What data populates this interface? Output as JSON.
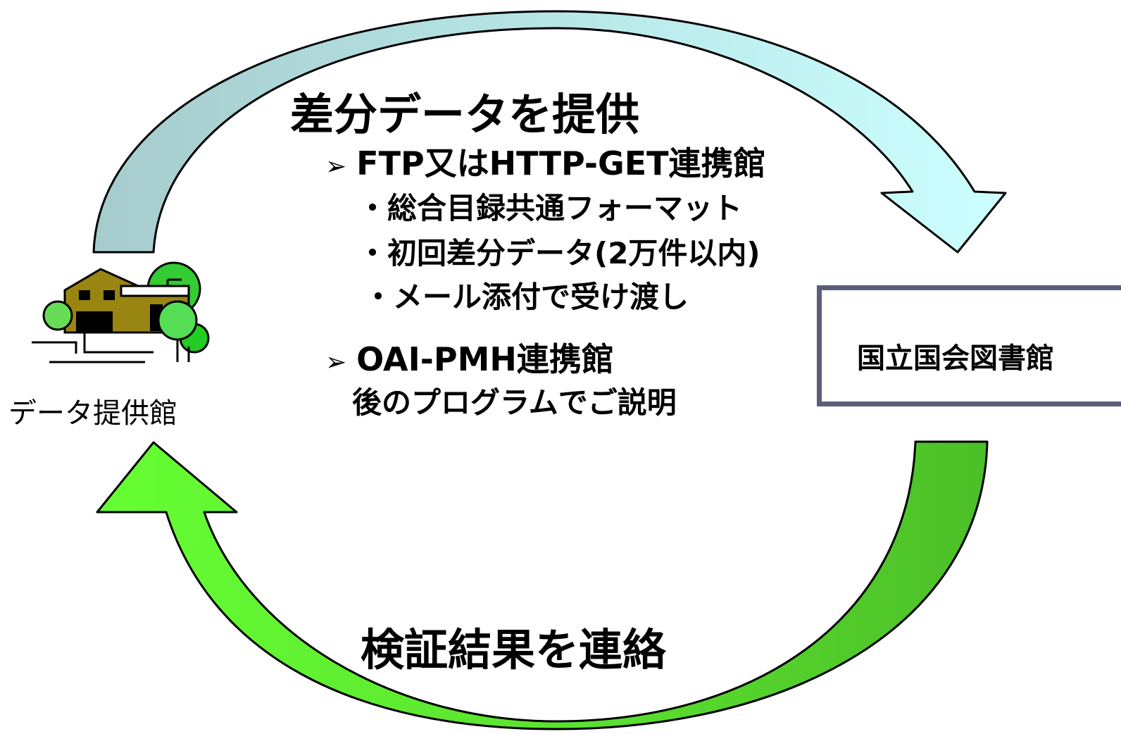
{
  "top_arrow": {
    "title": "差分データを提供",
    "items": [
      {
        "marker": "➢",
        "heading": "FTP又はHTTP-GET連携館",
        "subitems": [
          "・総合目録共通フォーマット",
          "・初回差分データ(2万件以内)",
          "・メール添付で受け渡し"
        ]
      },
      {
        "marker": "➢",
        "heading": "OAI-PMH連携館",
        "subitems": [
          "後のプログラムでご説明"
        ]
      }
    ]
  },
  "bottom_arrow": {
    "title": "検証結果を連絡"
  },
  "nodes": {
    "provider": {
      "label": "データ提供館",
      "icon": "library-building-icon"
    },
    "ndl": {
      "label": "国立国会図書館"
    }
  },
  "colors": {
    "top_arrow_dark": "#a6cbcc",
    "top_arrow_light": "#ccffff",
    "bottom_arrow_dark": "#4fc22e",
    "bottom_arrow_light": "#66ff33",
    "ndl_border": "#5a5e78"
  }
}
